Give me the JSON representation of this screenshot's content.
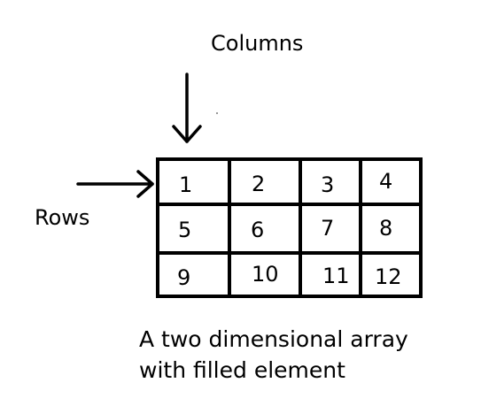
{
  "labels": {
    "columns": "Columns",
    "rows": "Rows"
  },
  "grid": {
    "rows": [
      [
        "1",
        "2",
        "3",
        "4"
      ],
      [
        "5",
        "6",
        "7",
        "8"
      ],
      [
        "9",
        "10",
        "11",
        "12"
      ]
    ]
  },
  "caption": {
    "line1": "A two dimensional array",
    "line2": "with filled element"
  }
}
